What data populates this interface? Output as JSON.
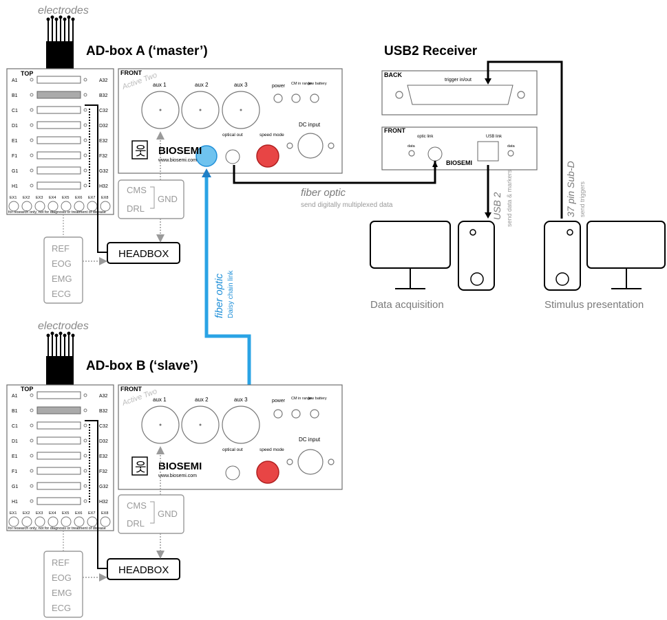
{
  "electrodes_label": "electrodes",
  "box_a_title": "AD-box A (‘master’)",
  "box_b_title": "AD-box B (‘slave’)",
  "receiver_title": "USB2 Receiver",
  "top_label": "TOP",
  "front_label": "FRONT",
  "back_label": "BACK",
  "active_two": "Active Two",
  "channels_left": [
    "A1",
    "B1",
    "C1",
    "D1",
    "E1",
    "F1",
    "G1",
    "H1"
  ],
  "channels_right": [
    "A32",
    "B32",
    "C32",
    "D32",
    "E32",
    "F32",
    "G32",
    "H32"
  ],
  "ex_labels": [
    "EX1",
    "EX2",
    "EX3",
    "EX4",
    "EX5",
    "EX6",
    "EX7",
    "EX8"
  ],
  "disclaimer": "for research only, not for diagnosis or treatment of disease",
  "aux_labels": [
    "aux 1",
    "aux 2",
    "aux 3"
  ],
  "power_label": "power",
  "cm_label": "CM in range",
  "low_battery_label": "low battery",
  "dc_input_label": "DC input",
  "optical_out_label": "optical out",
  "speed_mode_label": "speed mode",
  "biosemi_brand": "BIOSEMI",
  "biosemi_url": "www.biosemi.com",
  "cms_label": "CMS",
  "drl_label": "DRL",
  "gnd_label": "GND",
  "headbox_label": "HEADBOX",
  "ref_labels": [
    "REF",
    "EOG",
    "EMG",
    "ECG"
  ],
  "fiber_optic_label": "fiber optic",
  "fiber_optic_sub": "send digitally multiplexed data",
  "daisy_label": "fiber optic",
  "daisy_sub": "Daisy chain link",
  "trigger_label": "trigger in/out",
  "optic_link_label": "optic link",
  "usb_link_label": "USB link",
  "data_label": "data",
  "usb2_label": "USB 2",
  "usb2_sub": "send data & markers",
  "subd_label": "37 pin Sub-D",
  "subd_sub": "send triggers",
  "data_acq_label": "Data acquisition",
  "stim_label": "Stimulus presentation"
}
